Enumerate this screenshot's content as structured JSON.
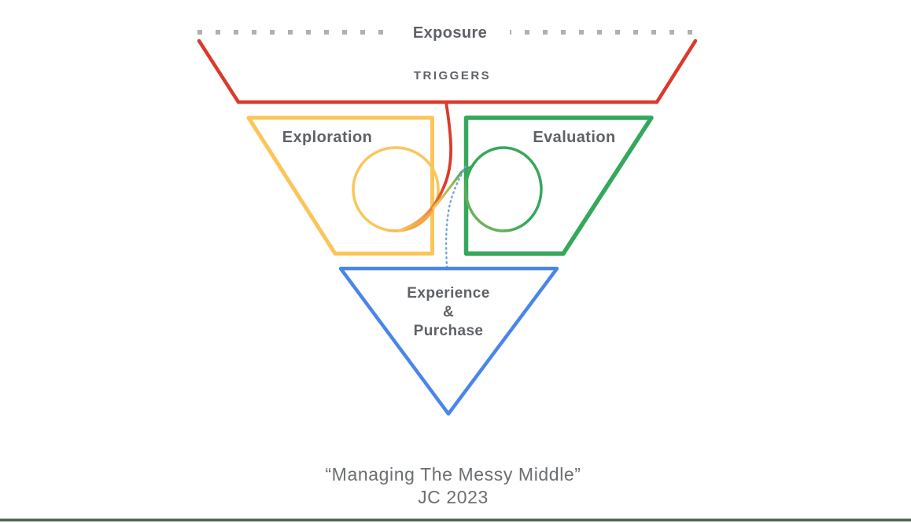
{
  "diagram": {
    "exposure_label": "Exposure",
    "triggers_label": "TRIGGERS",
    "exploration_label": "Exploration",
    "evaluation_label": "Evaluation",
    "purchase_lines": [
      "Experience",
      "&",
      "Purchase"
    ],
    "caption_line1": "“Managing The Messy Middle”",
    "caption_line2": "JC 2023"
  },
  "colors": {
    "red": "#DB3A2B",
    "orange": "#F0943E",
    "yellow": "#FBC55A",
    "olive": "#ADB852",
    "green": "#35A85B",
    "green_olive": "#83B455",
    "blue": "#4A86E8",
    "dotted_blue": "#74A4DE",
    "label_gray": "#5E6267",
    "caption_gray": "#6B6E71",
    "dash_gray": "#B0B0B0",
    "footer_green": "#46684F"
  }
}
